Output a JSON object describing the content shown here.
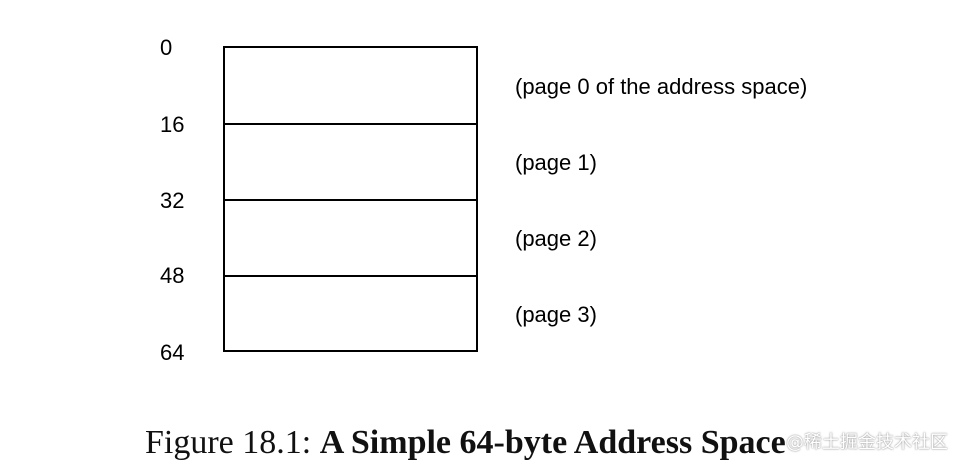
{
  "diagram": {
    "addresses": [
      "0",
      "16",
      "32",
      "48",
      "64"
    ],
    "pages": [
      "(page 0 of the address space)",
      "(page 1)",
      "(page 2)",
      "(page 3)"
    ]
  },
  "caption": {
    "prefix": "Figure 18.1: ",
    "title": "A Simple 64-byte Address Space"
  },
  "watermark": {
    "text": "@稀土掘金技术社区"
  }
}
